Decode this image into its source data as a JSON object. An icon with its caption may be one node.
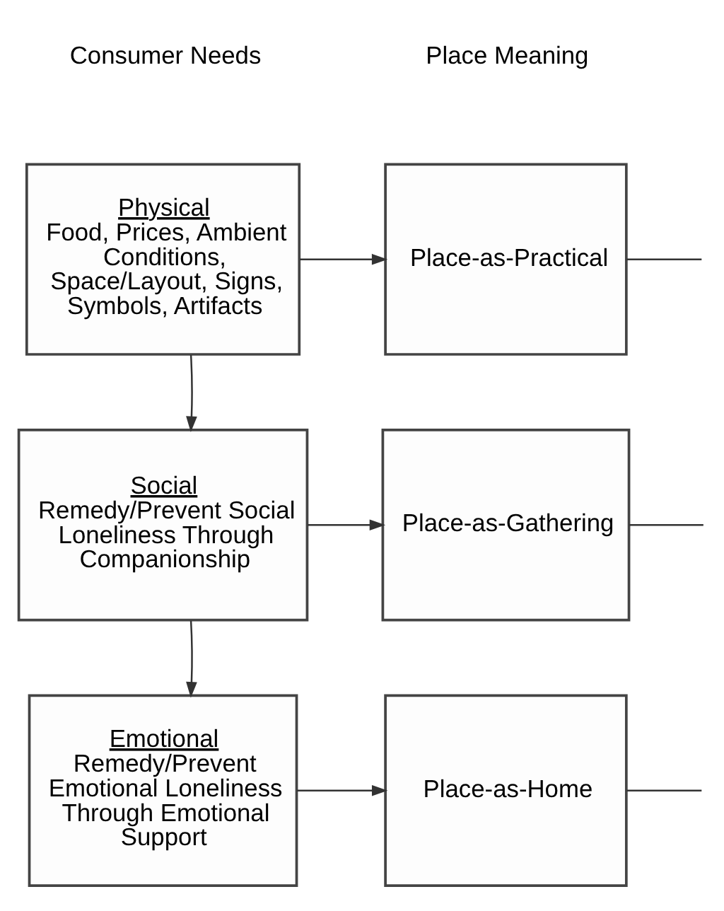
{
  "diagram": {
    "nodes": [
      {
        "text": [
          "Physical",
          "Food, Prices, Ambient Conditions, Space/Layout, Signs, Symbols, Artifacts"
        ]
      },
      {
        "text": [
          "Place-as-Practical"
        ]
      },
      {
        "text": [
          "Social",
          "Remedy/Prevent Social Loneliness Through Companionship"
        ]
      },
      {
        "text": [
          "Place-as-Gathering"
        ]
      },
      {
        "text": [
          "Emotional",
          "Remedy/Prevent Emotional Loneliness Through Emotional Support"
        ]
      },
      {
        "text": [
          "Place-as-Home"
        ]
      }
    ],
    "edges": [
      {
        "from": 0,
        "to": 1,
        "arrow": "to"
      },
      {
        "from": 0,
        "to": 2,
        "arrow": "to"
      },
      {
        "from": 2,
        "to": 3,
        "arrow": "to"
      },
      {
        "from": 2,
        "to": 4,
        "arrow": "to"
      },
      {
        "from": 4,
        "to": 5,
        "arrow": "to"
      },
      {
        "from": 1,
        "to": null,
        "arrow": "none"
      },
      {
        "from": 3,
        "to": null,
        "arrow": "none"
      },
      {
        "from": 5,
        "to": null,
        "arrow": "none"
      }
    ],
    "labels": [
      "Consumer Needs",
      "Place Meaning"
    ]
  }
}
